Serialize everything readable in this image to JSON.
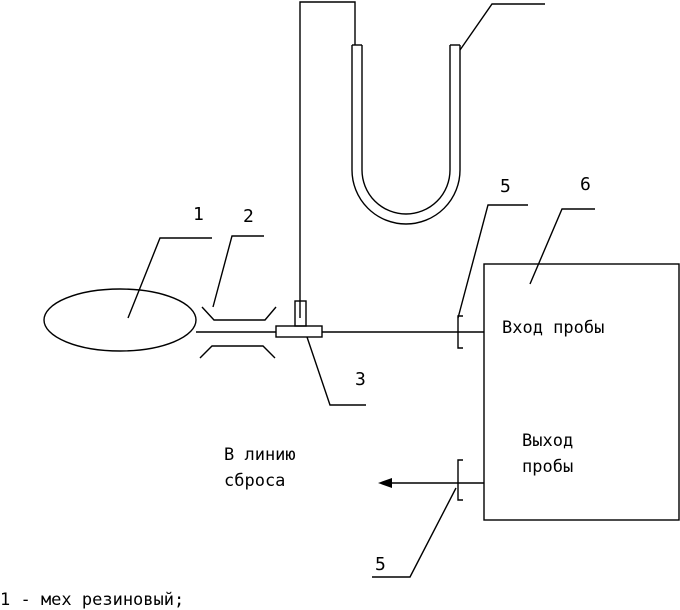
{
  "labels": {
    "n1": "1",
    "n2": "2",
    "n3": "3",
    "n5_top": "5",
    "n5_bottom": "5",
    "n6": "6",
    "input_probe": "Вход пробы",
    "output_probe_line1": "Выход",
    "output_probe_line2": "пробы",
    "discharge_line1": "В линию",
    "discharge_line2": "сброса"
  },
  "legend": {
    "item1": "1 - мех резиновый;"
  }
}
